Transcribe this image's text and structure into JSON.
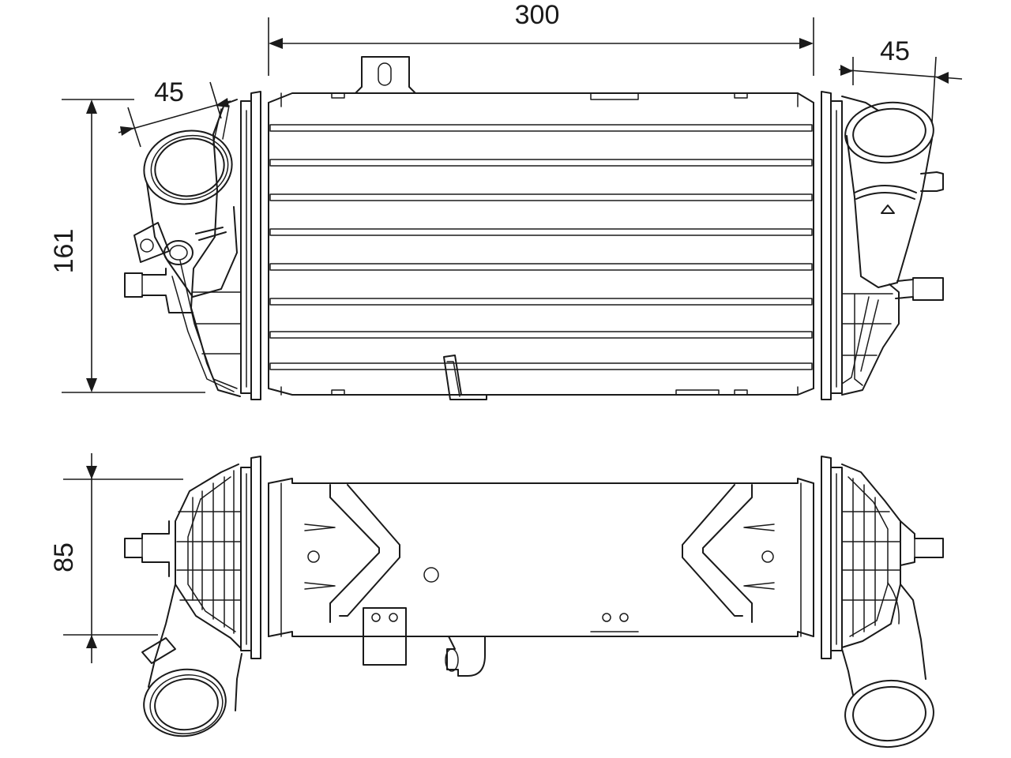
{
  "dimensions": {
    "core_width": "300",
    "inlet_angle_left": "45",
    "inlet_angle_right": "45",
    "height": "161",
    "depth": "85"
  },
  "colors": {
    "line": "#1a1a1a",
    "background": "#ffffff"
  }
}
